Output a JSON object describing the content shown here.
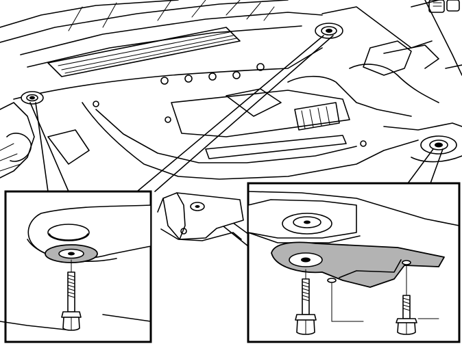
{
  "figure": {
    "kind": "exploded-view-illustration",
    "colors": {
      "line": "#000000",
      "background": "#ffffff",
      "highlight_fill": "#b3b3b3"
    },
    "callouts": [
      {
        "id": "detail-left",
        "shows": "washer-and-bolt"
      },
      {
        "id": "detail-right",
        "shows": "bracket-with-three-bolts"
      }
    ]
  }
}
